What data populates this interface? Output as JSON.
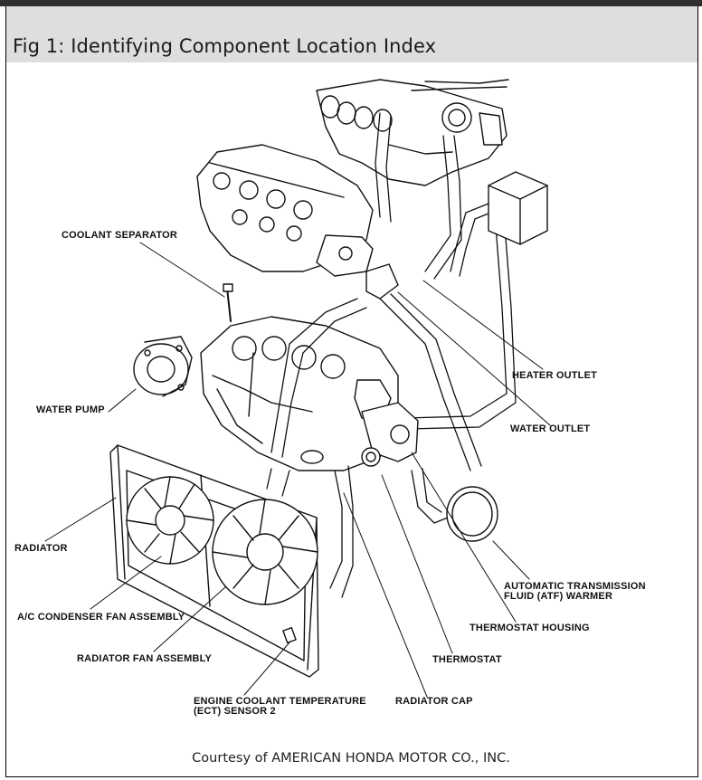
{
  "figure": {
    "title": "Fig 1: Identifying Component Location Index",
    "caption": "Courtesy of AMERICAN HONDA MOTOR CO., INC."
  },
  "labels": {
    "coolant_separator": "COOLANT SEPARATOR",
    "water_pump": "WATER PUMP",
    "radiator": "RADIATOR",
    "ac_condenser_fan": "A/C CONDENSER FAN ASSEMBLY",
    "radiator_fan": "RADIATOR FAN ASSEMBLY",
    "ect_sensor_line1": "ENGINE COOLANT TEMPERATURE",
    "ect_sensor_line2": "(ECT) SENSOR 2",
    "radiator_cap": "RADIATOR CAP",
    "heater_outlet": "HEATER OUTLET",
    "water_outlet": "WATER OUTLET",
    "atf_warmer_line1": "AUTOMATIC TRANSMISSION",
    "atf_warmer_line2": "FLUID (ATF) WARMER",
    "thermostat_housing": "THERMOSTAT HOUSING",
    "thermostat": "THERMOSTAT"
  }
}
